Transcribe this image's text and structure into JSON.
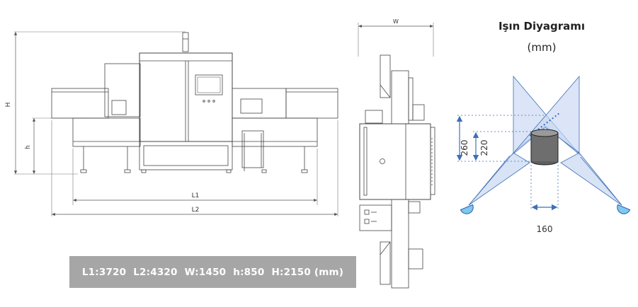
{
  "front_view": {
    "dim_labels": {
      "total_height": "H",
      "conveyor_height": "h",
      "length_inner": "L1",
      "length_outer": "L2"
    }
  },
  "side_view": {
    "dim_labels": {
      "width": "W"
    }
  },
  "specs": {
    "l1": "L1:3720",
    "l2": "L2:4320",
    "w": "W:1450",
    "h": "h:850",
    "H": "H:2150 (mm)"
  },
  "beam_diagram": {
    "title": "Işın Diyagramı",
    "unit": "(mm)",
    "dim_outer_height": "260",
    "dim_inner_height": "220",
    "dim_width": "160",
    "colors": {
      "beam_fill": "#c7d7f2",
      "beam_stroke": "#3f6fb5",
      "source": "#7fc8f0",
      "container": "#6e6e6e"
    }
  }
}
